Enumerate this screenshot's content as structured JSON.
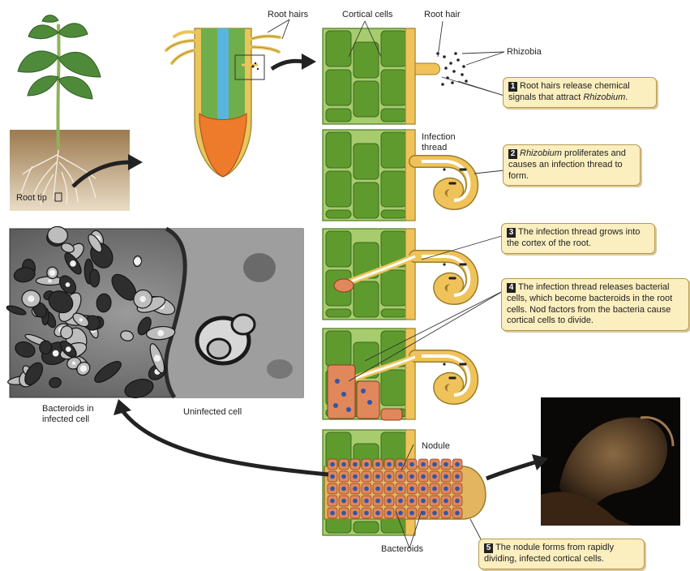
{
  "labels": {
    "root_tip": "Root tip",
    "root_hairs": "Root hairs",
    "cortical_cells": "Cortical cells",
    "root_hair": "Root hair",
    "rhizobia": "Rhizobia",
    "infection_thread": "Infection thread",
    "bacteroids_in_infected_cell": "Bacteroids in infected cell",
    "uninfected_cell": "Uninfected cell",
    "nodule": "Nodule",
    "bacteroids": "Bacteroids"
  },
  "steps": [
    {
      "num": "1",
      "pre": "Root hairs release chemical signals that attract ",
      "em": "Rhizobium",
      "post": "."
    },
    {
      "num": "2",
      "pre": "",
      "em": "Rhizobium",
      "post": " proliferates and causes an infection thread to form."
    },
    {
      "num": "3",
      "pre": "The infection thread grows into the cortex of the root.",
      "em": "",
      "post": ""
    },
    {
      "num": "4",
      "pre": "The infection thread releases bacterial cells, which become bacteroids in the root cells. Nod factors from the bacteria cause cortical cells to divide.",
      "em": "",
      "post": ""
    },
    {
      "num": "5",
      "pre": "The nodule forms from rapidly dividing, infected cortical cells.",
      "em": "",
      "post": ""
    }
  ],
  "colors": {
    "cortex_green": "#7fb446",
    "cell_green": "#5f9a2e",
    "root_hair_yellow": "#f0c35a",
    "stele_blue": "#58b6de",
    "root_cap_orange": "#ee7a2c",
    "callout_fill": "#fbeebf",
    "infected_cell": "#e0875c",
    "bacteroid_blue": "#3056a8",
    "soil_brown": "#b08e63",
    "micrograph_gray": "#8c8c8c"
  },
  "icons": [
    "bean-plant-icon",
    "curved-arrow-icon",
    "bacterium-icon"
  ]
}
